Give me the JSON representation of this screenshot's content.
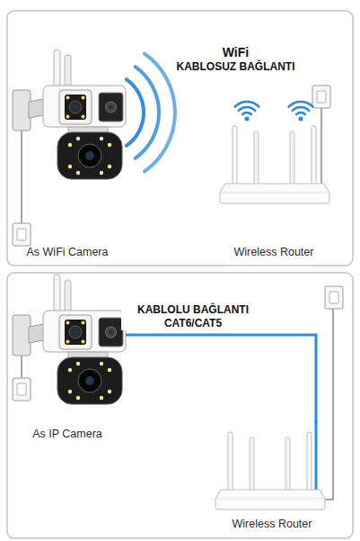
{
  "diagram": {
    "nodes": [
      {
        "text": [
          "As WiFi Camera"
        ]
      },
      {
        "text": [
          "Wireless Router"
        ]
      },
      {
        "text": [
          "As IP Camera"
        ]
      },
      {
        "text": [
          "Wireless Router"
        ]
      }
    ],
    "edges": [
      {
        "from": 2,
        "to": 3,
        "label": "KABLOLU BAĞLANTI CAT6/CAT5",
        "arrow": "none"
      }
    ],
    "labels": [
      "WiFi",
      "KABLOSUZ BAĞLANTI"
    ]
  }
}
